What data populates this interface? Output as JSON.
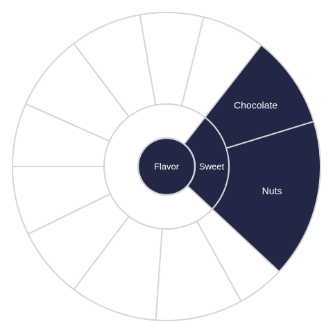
{
  "colors": {
    "active_fill": "#212744",
    "outline": "#d6d6da",
    "label_text": "#ffffff"
  },
  "wheel": {
    "center_label": "Flavor",
    "inner_ring": [
      {
        "label": "Sweet",
        "active": true
      },
      {
        "label": "",
        "active": false
      }
    ],
    "outer_ring": [
      {
        "label": "",
        "active": false
      },
      {
        "label": "",
        "active": false
      },
      {
        "label": "",
        "active": false
      },
      {
        "label": "",
        "active": false
      },
      {
        "label": "",
        "active": false
      },
      {
        "label": "",
        "active": false
      },
      {
        "label": "",
        "active": false
      },
      {
        "label": "",
        "active": false
      },
      {
        "label": "",
        "active": false
      },
      {
        "label": "",
        "active": false
      },
      {
        "label": "Chocolate",
        "active": true
      },
      {
        "label": "Nuts",
        "active": true
      }
    ]
  }
}
